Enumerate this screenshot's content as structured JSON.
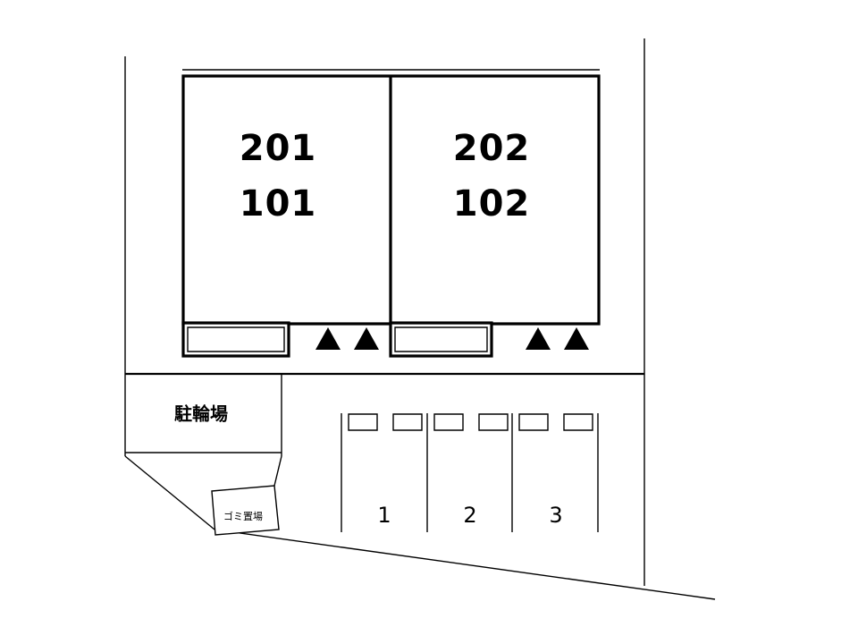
{
  "plan": {
    "title": "",
    "background_color": "#ffffff",
    "line_color": "#000000",
    "marker_color": "#000000"
  },
  "building": {
    "units": [
      {
        "id": "unit-left",
        "upper_label": "201",
        "lower_label": "101",
        "balcony": true
      },
      {
        "id": "unit-right",
        "upper_label": "202",
        "lower_label": "102",
        "balcony": true
      }
    ],
    "entrance_marker_count": 4,
    "entrance_marker_shape": "triangle"
  },
  "areas": {
    "bicycle_parking_label": "駐輪場",
    "garbage_label": "ゴミ置場"
  },
  "parking": {
    "stalls": [
      {
        "number": "1"
      },
      {
        "number": "2"
      },
      {
        "number": "3"
      }
    ],
    "wheel_stop_count": 6
  }
}
